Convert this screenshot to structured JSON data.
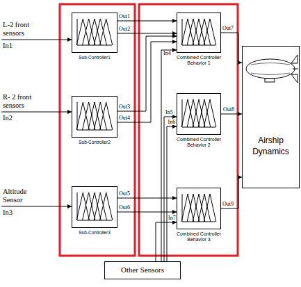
{
  "diagram": {
    "nodes": [
      {
        "text": [
          "Sub-Controller1"
        ]
      },
      {
        "text": [
          "Sub-Controller2"
        ]
      },
      {
        "text": [
          "Sub-Controller3"
        ]
      },
      {
        "text": [
          "Combined Controller Behavior 1"
        ]
      },
      {
        "text": [
          "Combined Controller Behavior 2"
        ]
      },
      {
        "text": [
          "Combined Controller Behavior 3"
        ]
      },
      {
        "text": [
          "Airship Dynamics"
        ]
      },
      {
        "text": [
          "Other Sensors"
        ]
      }
    ],
    "edges": [
      {
        "from": 0,
        "to": 3,
        "arrow": "to",
        "label": "Out1"
      },
      {
        "from": 0,
        "to": 3,
        "arrow": "to",
        "label": "Out2"
      },
      {
        "from": 1,
        "to": 3,
        "arrow": "to",
        "label": "Out3"
      },
      {
        "from": 1,
        "to": 3,
        "arrow": "to",
        "label": "Out4"
      },
      {
        "from": 2,
        "to": 5,
        "arrow": "to",
        "label": "Out5"
      },
      {
        "from": 2,
        "to": 5,
        "arrow": "to",
        "label": "Out6"
      },
      {
        "from": 7,
        "to": 3,
        "arrow": "to",
        "label": "In4"
      },
      {
        "from": 7,
        "to": 4,
        "arrow": "to",
        "label": "In5"
      },
      {
        "from": 7,
        "to": 4,
        "arrow": "to",
        "label": "In6"
      },
      {
        "from": 7,
        "to": 5,
        "arrow": "to",
        "label": "In7"
      },
      {
        "from": 3,
        "to": 6,
        "arrow": "to",
        "label": "Out7"
      },
      {
        "from": 4,
        "to": 6,
        "arrow": "to",
        "label": "Out8"
      },
      {
        "from": 5,
        "to": 6,
        "arrow": "to",
        "label": "Out9"
      }
    ],
    "labels": [
      "L-2 front sensors",
      "In1",
      "R- 2 front sensors",
      "In2",
      "Altitude Sensor",
      "In3"
    ]
  }
}
